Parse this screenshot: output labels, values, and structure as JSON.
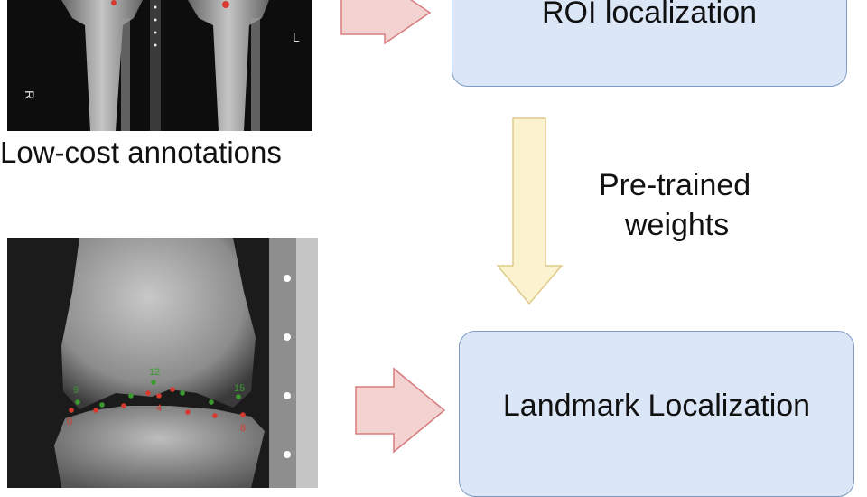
{
  "top_image": {
    "caption": "Low-cost annotations",
    "marker_label_left": "R",
    "marker_label_right": "L"
  },
  "roi_box": {
    "label": "ROI localization"
  },
  "transfer": {
    "label_line1": "Pre-trained",
    "label_line2": "weights"
  },
  "landmark_box": {
    "label": "Landmark Localization"
  },
  "landmarks": {
    "labels": [
      {
        "id": "0",
        "text": "0",
        "color": "#d63a2f"
      },
      {
        "id": "4",
        "text": "4",
        "color": "#d63a2f"
      },
      {
        "id": "8",
        "text": "8",
        "color": "#d63a2f"
      },
      {
        "id": "9",
        "text": "9",
        "color": "#3a9a2e"
      },
      {
        "id": "12",
        "text": "12",
        "color": "#3a9a2e"
      },
      {
        "id": "15",
        "text": "15",
        "color": "#3a9a2e"
      }
    ]
  },
  "colors": {
    "box_fill": "#dbe6f7",
    "box_border": "#7f9bc4",
    "side_arrow_fill": "#f3d2d2",
    "side_arrow_stroke": "#d77c7c",
    "down_arrow_fill": "#fbf2cf",
    "down_arrow_stroke": "#e0c98a",
    "landmark_red": "#d63a2f",
    "landmark_green": "#3a9a2e"
  }
}
